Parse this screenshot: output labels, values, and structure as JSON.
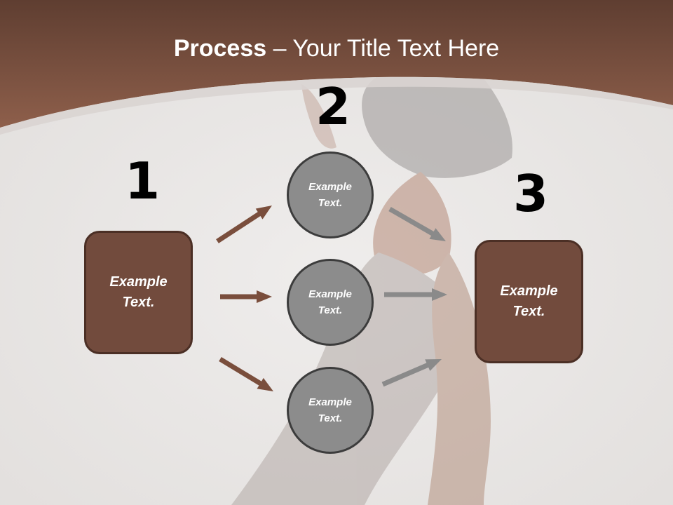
{
  "title": {
    "bold": "Process",
    "rest": " – Your Title Text Here"
  },
  "steps": [
    {
      "number": "1",
      "box_text": "Example\nText."
    },
    {
      "number": "2",
      "circles": [
        "Example\nText.",
        "Example\nText.",
        "Example\nText."
      ]
    },
    {
      "number": "3",
      "box_text": "Example\nText."
    }
  ],
  "colors": {
    "header_brown": "#8a5a45",
    "box_brown": "#724b3d",
    "circle_gray": "#8c8c8c",
    "arrow_brown": "#7a4e3c",
    "arrow_gray": "#8a8a8a"
  }
}
